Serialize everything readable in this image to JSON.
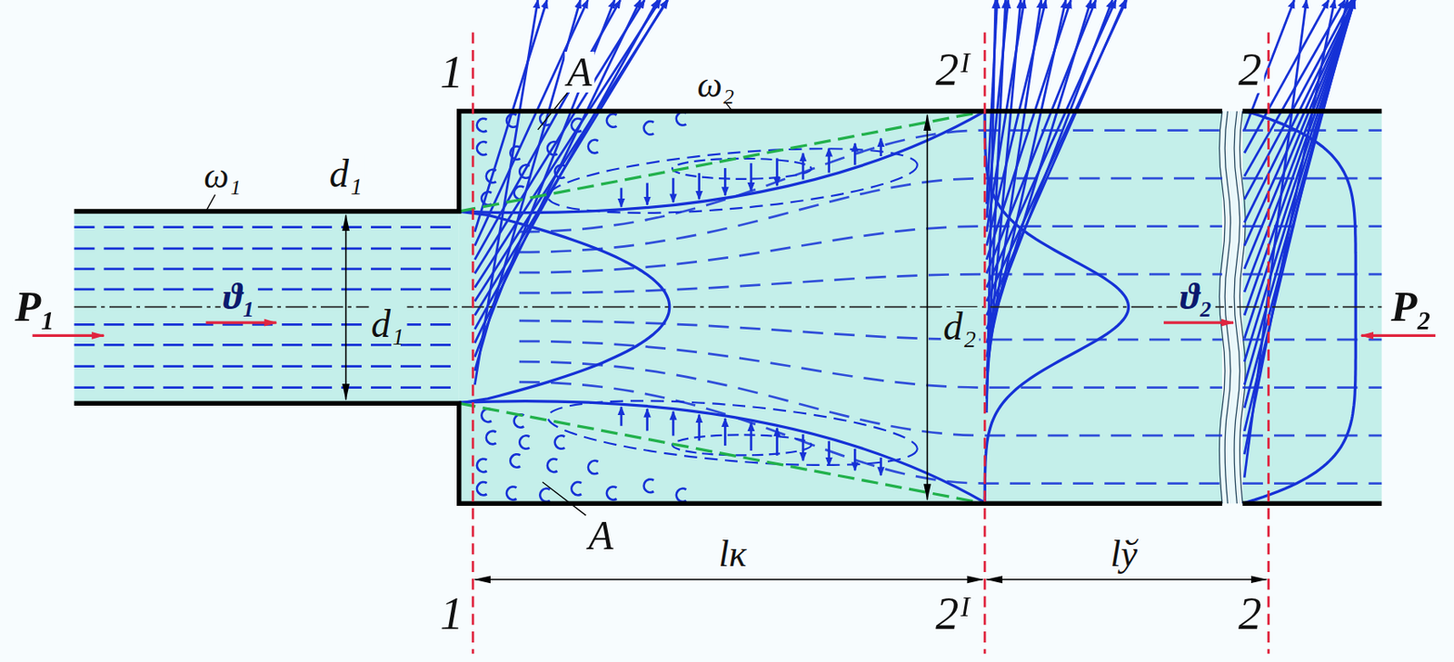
{
  "diagram": {
    "labels": [
      "1",
      "A",
      "ω₂",
      "2ᴵ",
      "2",
      "ω₁",
      "d₁",
      "P₁",
      "ϑ₁",
      "d₁",
      "d₂",
      "ϑ₂",
      "P₂",
      "A",
      "lк",
      "lў",
      "1",
      "2ᴵ",
      "2"
    ]
  }
}
